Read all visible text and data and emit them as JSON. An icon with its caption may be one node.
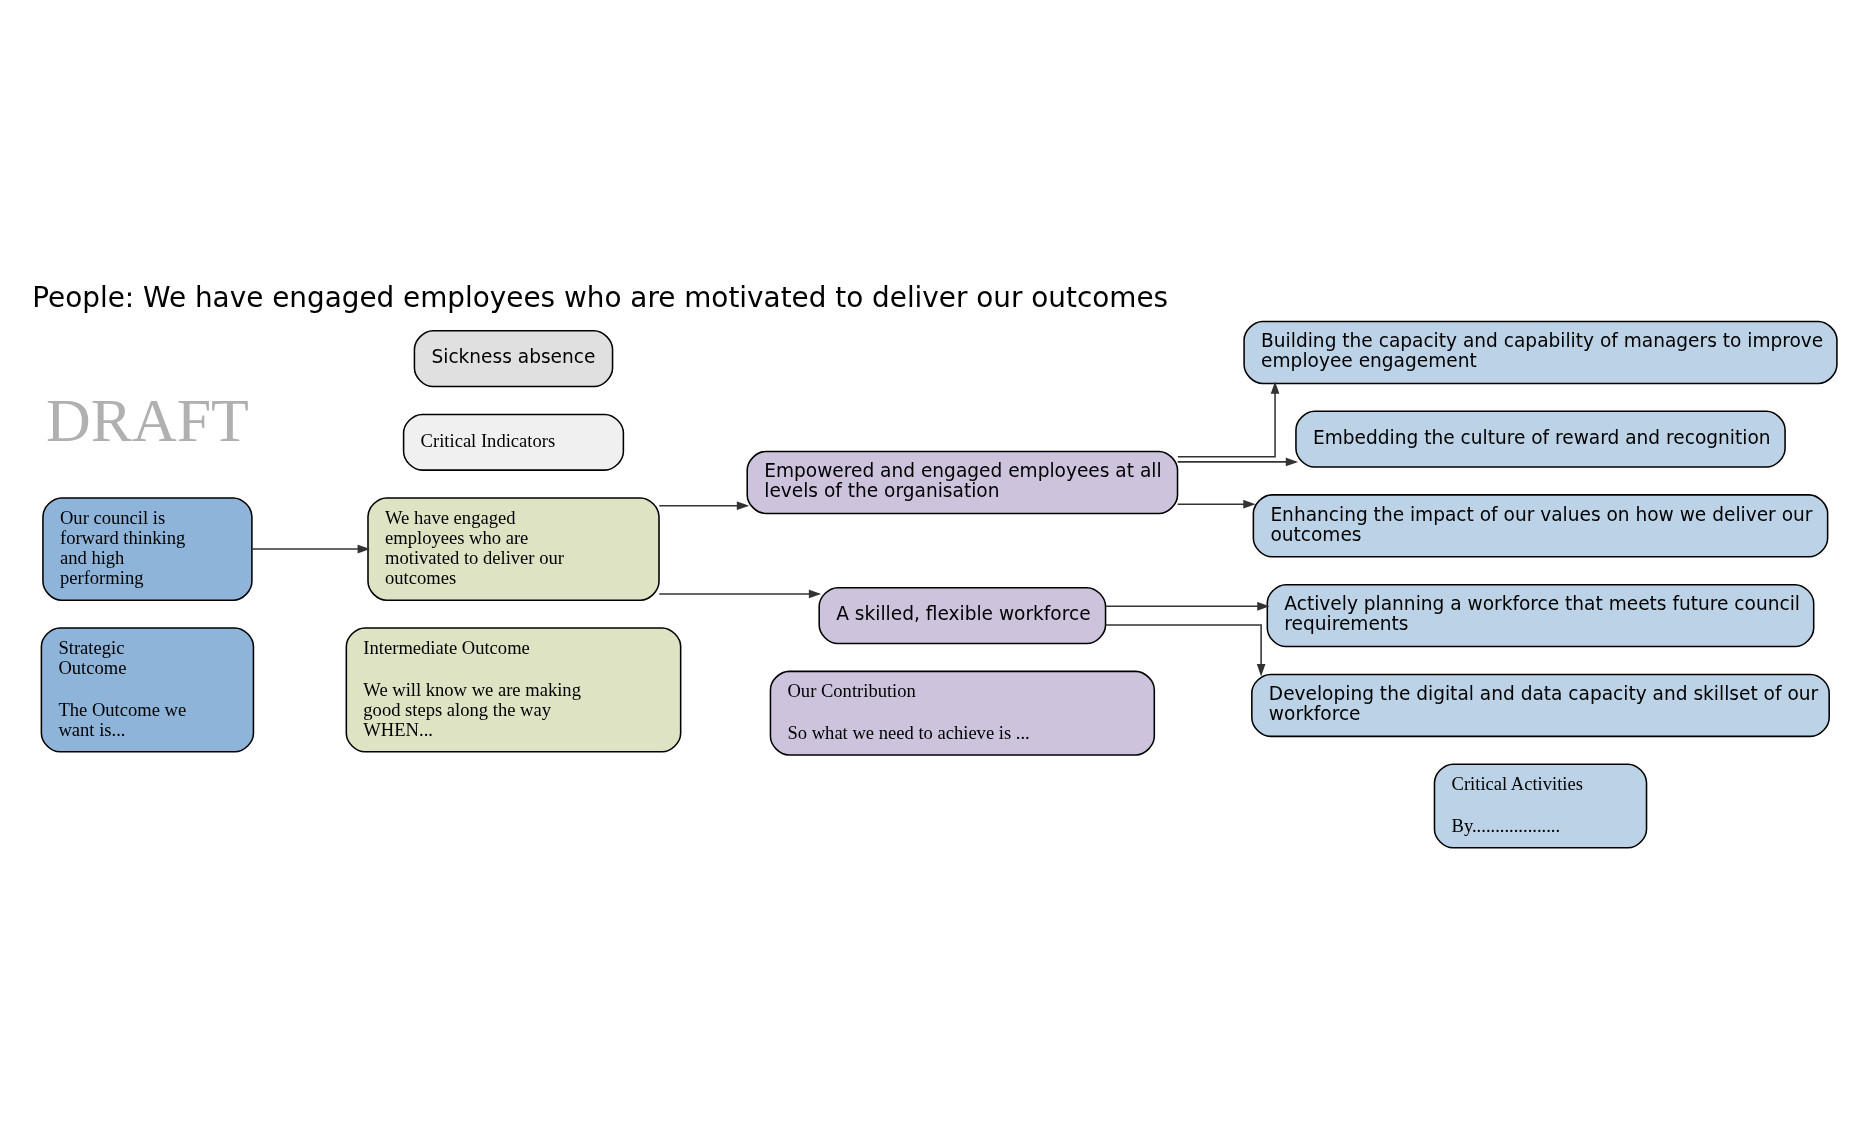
{
  "diagram": {
    "title": "People: We have engaged employees who are motivated to deliver our outcomes",
    "nodes": [
      {
        "text": [
          "Strategic Outcome",
          "The Outcome we want is..."
        ]
      },
      {
        "text": [
          "Intermediate Outcome",
          "We will know we are making good steps along the way WHEN..."
        ]
      },
      {
        "text": [
          "Our Contribution",
          "So what we need to achieve is ..."
        ]
      },
      {
        "text": [
          "Critical Activities",
          "By..................."
        ]
      },
      {
        "text": [
          "Our council is forward thinking and high performing"
        ]
      },
      {
        "text": [
          "We have engaged employees who are motivated to deliver our outcomes"
        ]
      },
      {
        "text": [
          "Critical Indicators"
        ]
      },
      {
        "text": [
          "Sickness absence"
        ]
      },
      {
        "text": [
          "Empowered and engaged employees at all levels of the organisation"
        ]
      },
      {
        "text": [
          "A skilled, flexible workforce"
        ]
      },
      {
        "text": [
          "Building the capacity and capability of managers to improve employee engagement"
        ]
      },
      {
        "text": [
          "Embedding the culture of reward and recognition"
        ]
      },
      {
        "text": [
          "Enhancing the impact of our values on how we deliver our outcomes"
        ]
      },
      {
        "text": [
          "Actively planning a workforce that meets future council requirements"
        ]
      },
      {
        "text": [
          "Developing the digital and data capacity and skillset of our workforce"
        ]
      }
    ],
    "edges": [
      {
        "from": 4,
        "to": 5,
        "arrow": "to"
      },
      {
        "from": 5,
        "to": 8,
        "arrow": "to"
      },
      {
        "from": 5,
        "to": 9,
        "arrow": "to"
      },
      {
        "from": 8,
        "to": 10,
        "arrow": "to"
      },
      {
        "from": 8,
        "to": 11,
        "arrow": "to"
      },
      {
        "from": 8,
        "to": 12,
        "arrow": "to"
      },
      {
        "from": 9,
        "to": 13,
        "arrow": "to"
      },
      {
        "from": 9,
        "to": 14,
        "arrow": "to"
      }
    ],
    "labels": [
      "DRAFT"
    ]
  }
}
